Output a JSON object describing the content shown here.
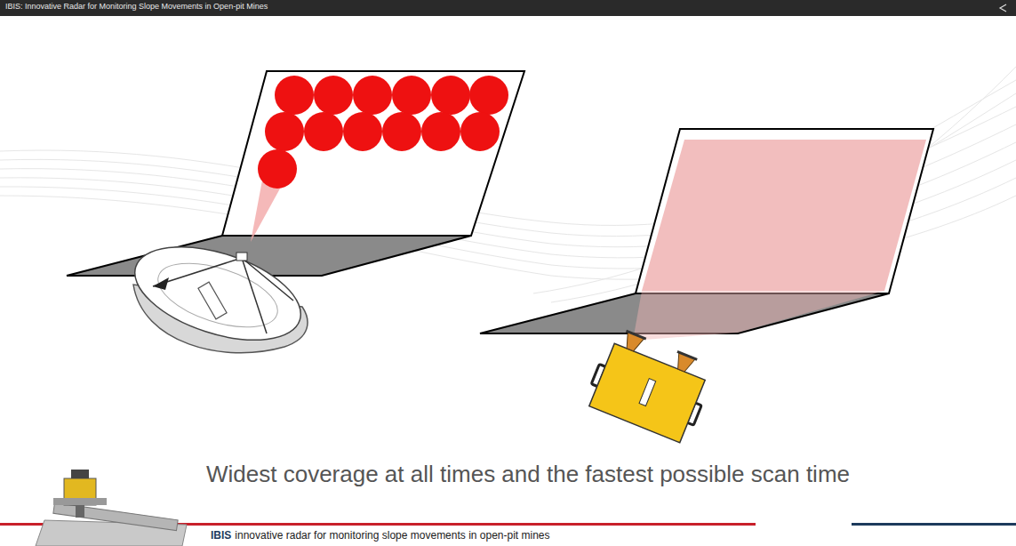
{
  "diagram": {
    "title": "IBIS: Innovative Radar for Monitoring Slope Movements in Open-pit Mines",
    "caption": "Widest coverage at all times and the fastest possible scan time",
    "labels": [
      "IBIS",
      "innovative radar for monitoring slope movements in open-pit mines"
    ]
  }
}
